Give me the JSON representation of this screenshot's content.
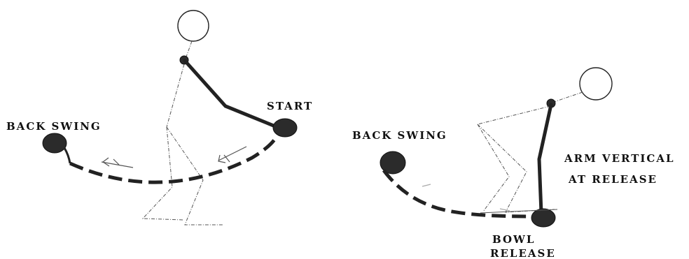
{
  "labels": {
    "back_swing_left": "BACK SWING",
    "start": "START",
    "back_swing_right": "BACK SWING",
    "arm_vertical_line1": "ARM VERTICAL",
    "arm_vertical_line2": "AT RELEASE",
    "bowl": "BOWL",
    "release": "RELEASE"
  }
}
